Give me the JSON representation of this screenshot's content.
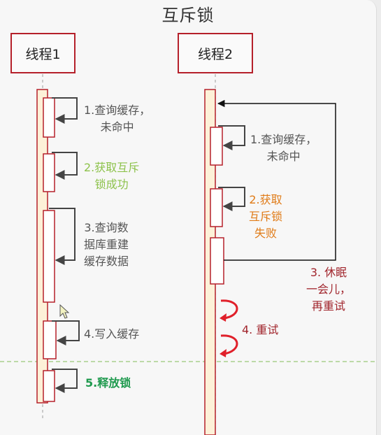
{
  "diagram": {
    "title": "互斥锁",
    "lifelines": [
      {
        "name": "线程1"
      },
      {
        "name": "线程2"
      }
    ],
    "thread1_steps": [
      {
        "label": "1.查询缓存，\n未命中",
        "color": "#555555"
      },
      {
        "label": "2.获取互斥\n锁成功",
        "color": "#8dc24b"
      },
      {
        "label": "3.查询数\n据库重建\n缓存数据",
        "color": "#555555"
      },
      {
        "label": "4.写入缓存",
        "color": "#555555"
      },
      {
        "label": "5.释放锁",
        "color": "#1f9a4e"
      }
    ],
    "thread2_steps": [
      {
        "label": "1.查询缓存，\n未命中",
        "color": "#555555"
      },
      {
        "label": "2.获取\n互斥锁\n失败",
        "color": "#e07b17"
      },
      {
        "label": "3. 休眠\n一会儿，\n再重试",
        "color": "#a1252c"
      },
      {
        "label": "4. 重试",
        "color": "#a1252c"
      }
    ],
    "colors": {
      "lifeline_border": "#b5202a",
      "activation_fill": "#fdf1d8",
      "arrow": "#555555",
      "retry_arrow": "#e0202a",
      "divider": "#a9d18e"
    }
  }
}
